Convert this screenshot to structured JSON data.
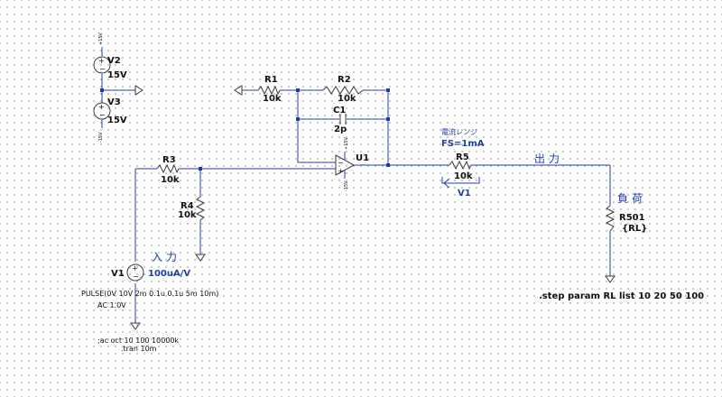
{
  "components": {
    "V2": {
      "name": "V2",
      "value": "15V",
      "rail": "+15V"
    },
    "V3": {
      "name": "V3",
      "value": "15V",
      "rail": "-15V"
    },
    "R1": {
      "name": "R1",
      "value": "10k"
    },
    "R2": {
      "name": "R2",
      "value": "10k"
    },
    "C1": {
      "name": "C1",
      "value": "2p"
    },
    "U1": {
      "name": "U1",
      "plus_rail": "+15V",
      "minus_rail": "-15V"
    },
    "R3": {
      "name": "R3",
      "value": "10k"
    },
    "R4": {
      "name": "R4",
      "value": "10k"
    },
    "R5": {
      "name": "R5",
      "value": "10k",
      "range_label": "電流レンジ",
      "fs_label": "FS=1mA",
      "meter_label": "V1"
    },
    "R501": {
      "name": "R501",
      "value": "{RL}"
    },
    "V1": {
      "name": "V1",
      "value": "100uA/V",
      "pulse": "PULSE(0V 10V 2m 0.1u 0.1u 5m 10m)",
      "ac": "AC 1.0V"
    }
  },
  "net_labels": {
    "input": "入力",
    "output": "出力",
    "load": "負荷"
  },
  "directives": {
    "ac": ";ac oct 10 100 10000k",
    "tran": ".tran 10m",
    "step": ".step param RL list 10 20 50 100"
  },
  "colors": {
    "wire": "#1f3ea8",
    "component": "#3a3a3a",
    "grid_dot": "#b8b8b8",
    "background": "#ffffff"
  }
}
